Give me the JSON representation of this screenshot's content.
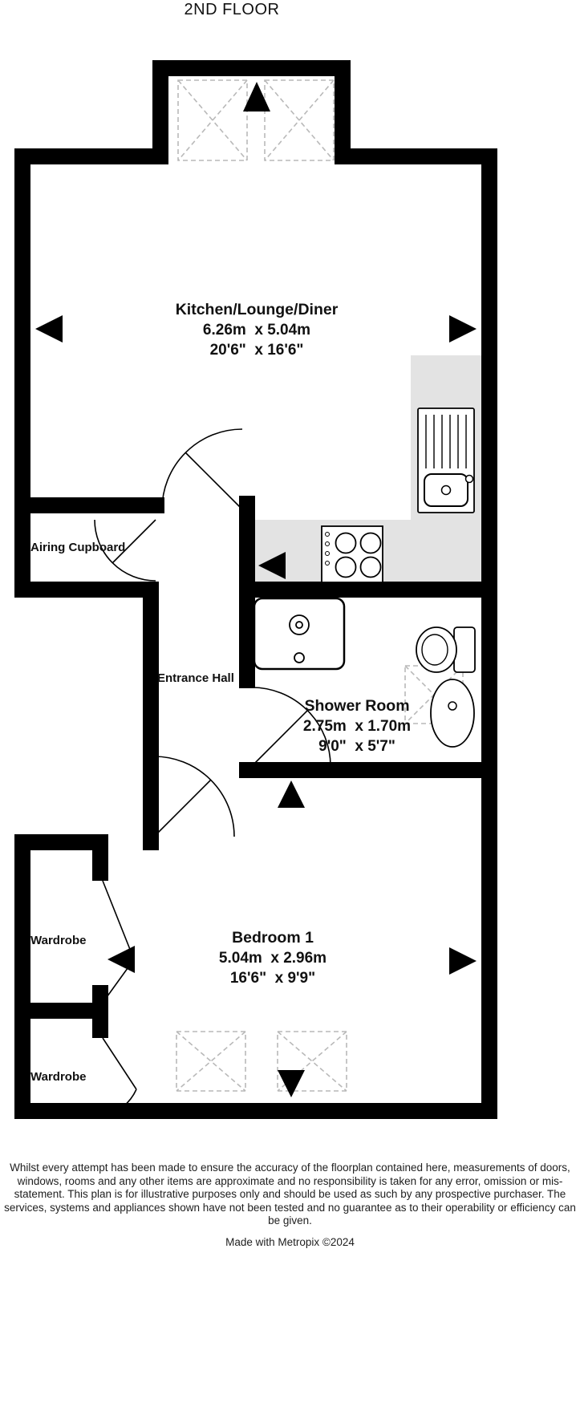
{
  "page": {
    "title": "2ND FLOOR",
    "credit": "Made with Metropix ©2024",
    "disclaimer": "Whilst every attempt has been made to ensure the accuracy of the floorplan contained here, measurements of doors, windows, rooms and any other items are approximate and no responsibility is taken for any error, omission or mis-statement. This plan is for illustrative purposes only and should be used as such by any prospective purchaser. The services, systems and appliances shown have not been tested and no guarantee as to their operability or efficiency can be given."
  },
  "rooms": {
    "kitchen": {
      "name": "Kitchen/Lounge/Diner",
      "metric": "6.26m  x 5.04m",
      "imperial": "20'6\"  x 16'6\""
    },
    "shower_room": {
      "name": "Shower Room",
      "metric": "2.75m  x 1.70m",
      "imperial": "9'0\"  x 5'7\""
    },
    "bedroom": {
      "name": "Bedroom 1",
      "metric": "5.04m  x 2.96m",
      "imperial": "16'6\"  x 9'9\""
    },
    "airing_cupboard": {
      "name": "Airing Cupboard"
    },
    "entrance_hall": {
      "name": "Entrance Hall"
    },
    "wardrobe_top": {
      "name": "Wardrobe"
    },
    "wardrobe_bottom": {
      "name": "Wardrobe"
    }
  },
  "colors": {
    "wall": "#000000",
    "counter": "#e3e3e3",
    "window": "#b9b9b9",
    "text": "#111111"
  }
}
